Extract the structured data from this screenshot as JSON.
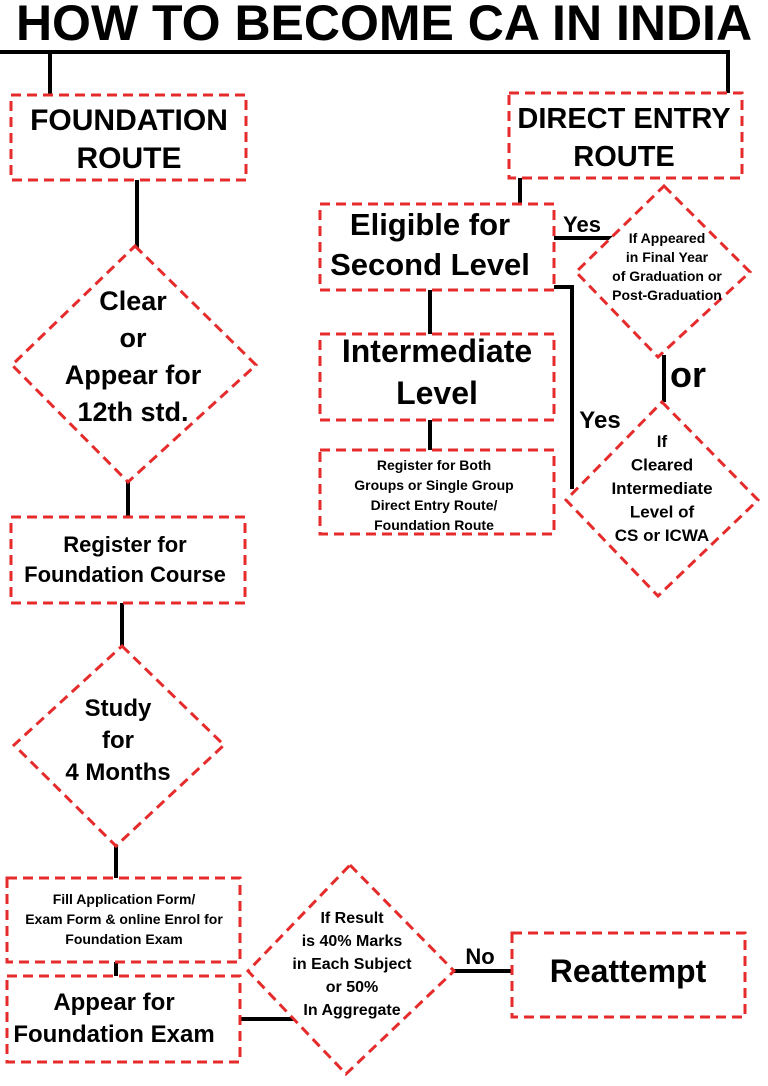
{
  "title": "HOW TO BECOME CA IN INDIA",
  "colors": {
    "dash_border": "#e52b2b",
    "connector": "#000000",
    "text": "#000000",
    "background": "#ffffff"
  },
  "nodes": {
    "foundation_route": [
      "FOUNDATION",
      "ROUTE"
    ],
    "clear_12th": [
      "Clear",
      "or",
      "Appear for",
      "12th std."
    ],
    "register_foundation": [
      "Register for",
      "Foundation Course"
    ],
    "study_4_months": [
      "Study",
      "for",
      "4 Months"
    ],
    "fill_application": [
      "Fill Application Form/",
      "Exam Form & online Enrol for",
      "Foundation Exam"
    ],
    "appear_foundation": [
      "Appear for",
      "Foundation Exam"
    ],
    "result_condition": [
      "If Result",
      "is 40% Marks",
      "in Each Subject",
      "or 50%",
      "In Aggregate"
    ],
    "reattempt": [
      "Reattempt"
    ],
    "direct_entry_route": [
      "DIRECT ENTRY",
      "ROUTE"
    ],
    "eligible_second_level": [
      "Eligible for",
      "Second Level"
    ],
    "appeared_final_year": [
      "If Appeared",
      "in Final Year",
      "of Graduation or",
      "Post-Graduation"
    ],
    "intermediate_level": [
      "Intermediate",
      "Level"
    ],
    "register_groups": [
      "Register for Both",
      "Groups or Single Group",
      "Direct Entry Route/",
      "Foundation Route"
    ],
    "cleared_cs_icwa": [
      "If",
      "Cleared",
      "Intermediate",
      "Level of",
      "CS or ICWA"
    ]
  },
  "edge_labels": {
    "yes_top": "Yes",
    "yes_side": "Yes",
    "or": "or",
    "no": "No"
  }
}
